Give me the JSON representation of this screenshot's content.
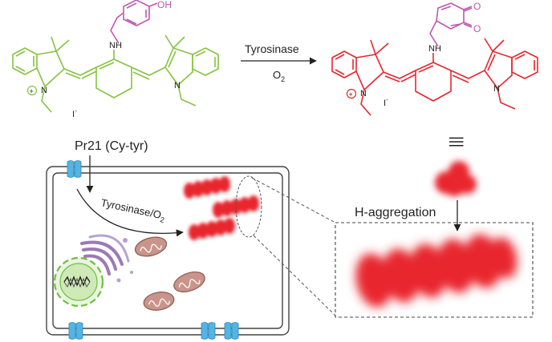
{
  "colors": {
    "precursor": "#86c340",
    "product": "#e8262d",
    "phenol": "#c157b1",
    "quinone": "#c157b1",
    "membrane_protein": "#56b4e2",
    "nucleus": "#6fbf44",
    "golgi": "#9c7ab5",
    "mitochondria": "#b98378",
    "text": "#222222"
  },
  "labels": {
    "oh": "OH",
    "o_top": "O",
    "o_bottom": "O",
    "nh_left": "NH",
    "nh_right": "NH",
    "n_left_a": "N",
    "n_left_b": "N",
    "n_right_a": "N",
    "n_right_b": "N",
    "plus_left": "+",
    "plus_right": "+",
    "iodide_left": "I",
    "iodide_right": "I",
    "iodide_charge": "-",
    "reaction_enzyme": "Tyrosinase",
    "reaction_oxidant": "O",
    "reaction_oxidant_sub": "2",
    "probe_name": "Pr21 (Cy-tyr)",
    "cell_enzyme": "Tyrosinase/O",
    "cell_enzyme_sub": "2",
    "aggregation_label": "H-aggregation",
    "equivalence": "|||"
  },
  "icons": {
    "nucleus": "nucleus-icon",
    "golgi": "golgi-icon",
    "mitochondrion": "mitochondrion-icon",
    "membrane_channel": "membrane-channel-icon",
    "aggregate": "aggregate-blob-icon"
  }
}
